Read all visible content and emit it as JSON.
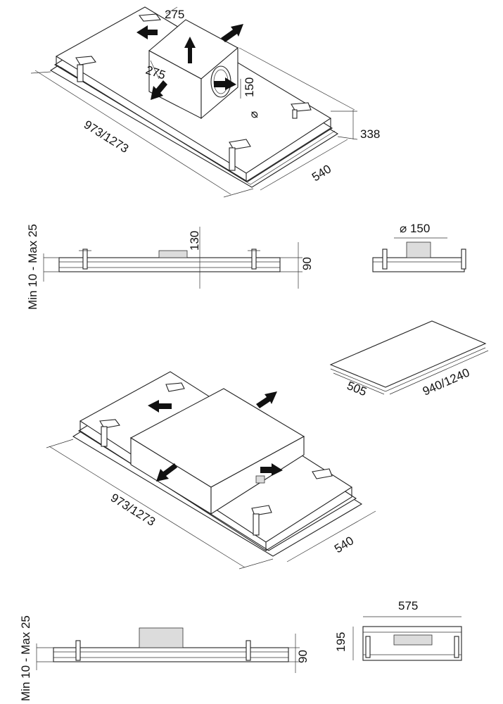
{
  "drawing_1": {
    "box_width": "275",
    "box_depth": "275",
    "outlet": "150",
    "diameter_symbol": "⌀",
    "length": "973/1273",
    "depth": "540",
    "height": "338"
  },
  "side_view_1": {
    "recess": "Min 10 - Max 25",
    "box_height": "130",
    "thickness": "90"
  },
  "end_view_1": {
    "outlet": "⌀ 150"
  },
  "cutout": {
    "width": "505",
    "length": "940/1240"
  },
  "drawing_2": {
    "length": "973/1273",
    "depth": "540"
  },
  "side_view_2": {
    "recess": "Min 10 - Max 25",
    "thickness": "90"
  },
  "end_view_2": {
    "width": "575",
    "height": "195"
  }
}
